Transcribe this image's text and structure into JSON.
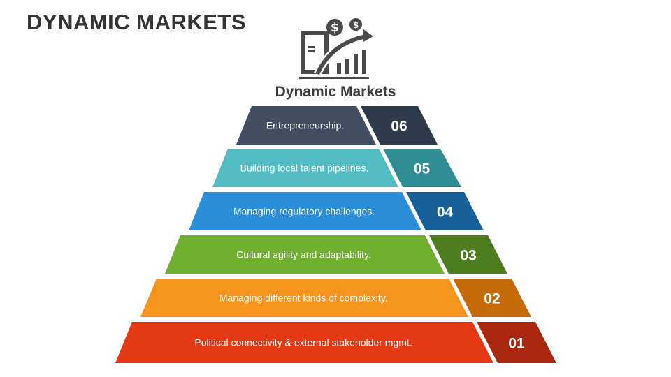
{
  "title": "DYNAMIC MARKETS",
  "subtitle": "Dynamic Markets",
  "icon": "financial-growth-chart-icon",
  "levels": [
    {
      "number": "06",
      "label": "Entrepreneurship.",
      "color": "#434e63",
      "dark": "#2f3a4d"
    },
    {
      "number": "05",
      "label": "Building local talent pipelines.",
      "color": "#52bcc2",
      "dark": "#2f8d93"
    },
    {
      "number": "04",
      "label": "Managing regulatory challenges.",
      "color": "#2a8ed8",
      "dark": "#17609a"
    },
    {
      "number": "03",
      "label": "Cultural agility and adaptability.",
      "color": "#71b02e",
      "dark": "#4d7d1d"
    },
    {
      "number": "02",
      "label": "Managing different kinds of complexity.",
      "color": "#f7941d",
      "dark": "#c56a09"
    },
    {
      "number": "01",
      "label": "Political connectivity & external stakeholder mgmt.",
      "color": "#e63a16",
      "dark": "#a9270f"
    }
  ]
}
